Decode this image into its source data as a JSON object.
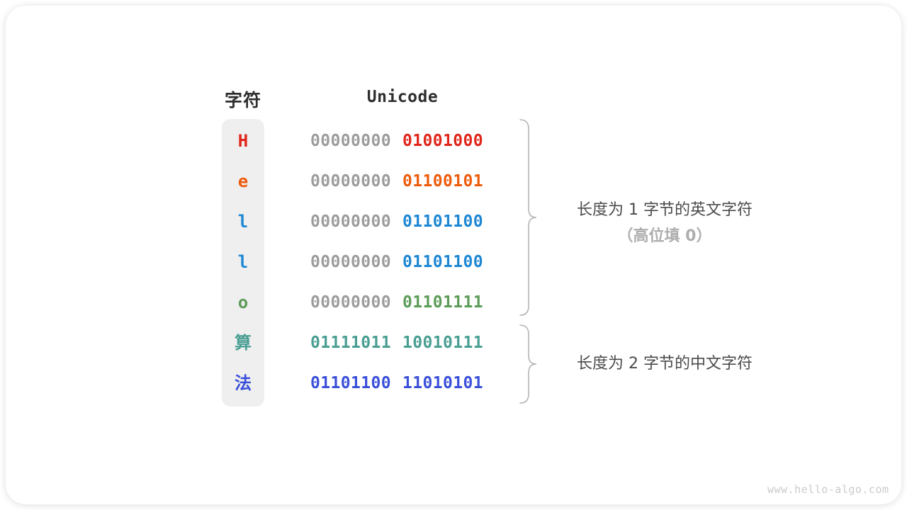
{
  "header": {
    "char_col": "字符",
    "unicode_col": "Unicode"
  },
  "rows": [
    {
      "char": "H",
      "byte1": "00000000",
      "byte2": "01001000",
      "char_color": "#e0251a",
      "byte1_color": "#9c9c9c",
      "byte2_color": "#e0251a"
    },
    {
      "char": "e",
      "byte1": "00000000",
      "byte2": "01100101",
      "char_color": "#ed5c0c",
      "byte1_color": "#9c9c9c",
      "byte2_color": "#ed5c0c"
    },
    {
      "char": "l",
      "byte1": "00000000",
      "byte2": "01101100",
      "char_color": "#1d87d4",
      "byte1_color": "#9c9c9c",
      "byte2_color": "#1d87d4"
    },
    {
      "char": "l",
      "byte1": "00000000",
      "byte2": "01101100",
      "char_color": "#1d87d4",
      "byte1_color": "#9c9c9c",
      "byte2_color": "#1d87d4"
    },
    {
      "char": "o",
      "byte1": "00000000",
      "byte2": "01101111",
      "char_color": "#5d9c58",
      "byte1_color": "#9c9c9c",
      "byte2_color": "#5d9c58"
    },
    {
      "char": "算",
      "byte1": "01111011",
      "byte2": "10010111",
      "char_color": "#499e92",
      "byte1_color": "#499e92",
      "byte2_color": "#499e92"
    },
    {
      "char": "法",
      "byte1": "01101100",
      "byte2": "11010101",
      "char_color": "#3a50d9",
      "byte1_color": "#3a50d9",
      "byte2_color": "#3a50d9"
    }
  ],
  "annotations": {
    "group1_line1": "长度为 1 字节的英文字符",
    "group1_line2": "（高位填 0）",
    "group2_line1": "长度为 2 字节的中文字符"
  },
  "colors": {
    "zero_padding": "#9c9c9c",
    "brace": "#b4b4b4",
    "header_text": "#2e2e2e",
    "annotation_text": "#4b4b4b",
    "annotation_muted": "#aeaeae",
    "column_background": "#efefef",
    "watermark_text": "#cbcbcb"
  },
  "watermark": "www.hello-algo.com"
}
